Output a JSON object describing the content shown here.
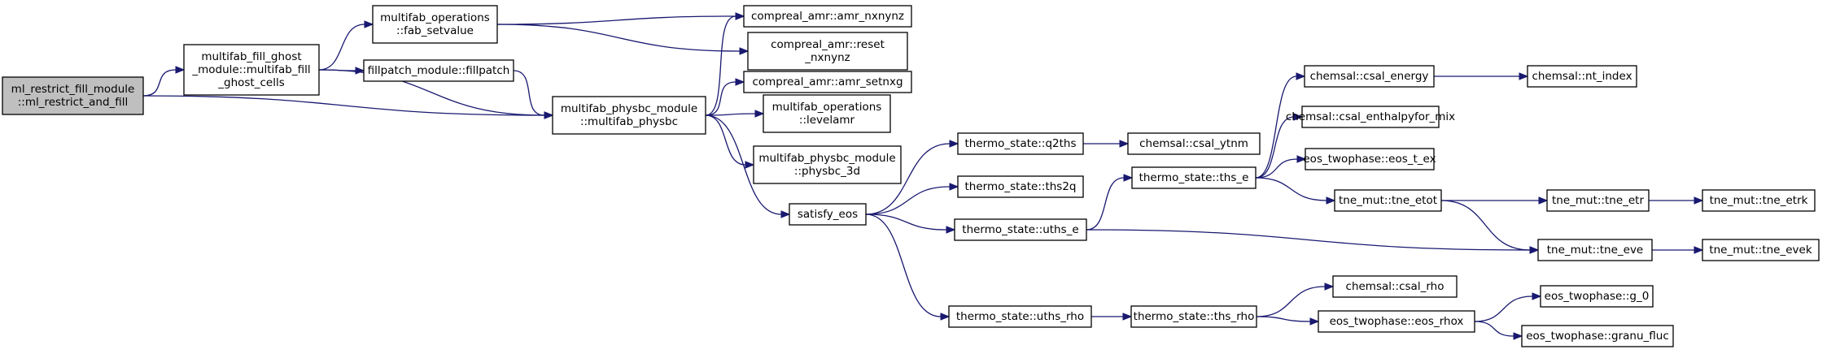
{
  "graph": {
    "nodes": [
      {
        "id": "n0",
        "lines": [
          "ml_restrict_fill_module",
          "::ml_restrict_and_fill"
        ],
        "root": true
      },
      {
        "id": "n1",
        "lines": [
          "multifab_fill_ghost",
          "_module::multifab_fill",
          "_ghost_cells"
        ]
      },
      {
        "id": "n2",
        "lines": [
          "multifab_operations",
          "::fab_setvalue"
        ]
      },
      {
        "id": "n3",
        "lines": [
          "fillpatch_module::fillpatch"
        ]
      },
      {
        "id": "n4",
        "lines": [
          "multifab_physbc_module",
          "::multifab_physbc"
        ]
      },
      {
        "id": "n5",
        "lines": [
          "compreal_amr::amr_nxnynz"
        ]
      },
      {
        "id": "n6",
        "lines": [
          "compreal_amr::reset",
          "_nxnynz"
        ]
      },
      {
        "id": "n7",
        "lines": [
          "compreal_amr::amr_setnxg"
        ]
      },
      {
        "id": "n8",
        "lines": [
          "multifab_operations",
          "::levelamr"
        ]
      },
      {
        "id": "n9",
        "lines": [
          "multifab_physbc_module",
          "::physbc_3d"
        ]
      },
      {
        "id": "n10",
        "lines": [
          "satisfy_eos"
        ]
      },
      {
        "id": "n11",
        "lines": [
          "thermo_state::q2ths"
        ]
      },
      {
        "id": "n12",
        "lines": [
          "thermo_state::ths2q"
        ]
      },
      {
        "id": "n13",
        "lines": [
          "thermo_state::uths_e"
        ]
      },
      {
        "id": "n14",
        "lines": [
          "thermo_state::uths_rho"
        ]
      },
      {
        "id": "n15",
        "lines": [
          "chemsal::csal_ytnm"
        ]
      },
      {
        "id": "n16",
        "lines": [
          "thermo_state::ths_e"
        ]
      },
      {
        "id": "n17",
        "lines": [
          "thermo_state::ths_rho"
        ]
      },
      {
        "id": "n18",
        "lines": [
          "chemsal::csal_energy"
        ]
      },
      {
        "id": "n19",
        "lines": [
          "chemsal::csal_enthalpyfor_mix"
        ]
      },
      {
        "id": "n20",
        "lines": [
          "eos_twophase::eos_t_ex"
        ]
      },
      {
        "id": "n21",
        "lines": [
          "tne_mut::tne_etot"
        ]
      },
      {
        "id": "n22",
        "lines": [
          "chemsal::csal_rho"
        ]
      },
      {
        "id": "n23",
        "lines": [
          "eos_twophase::eos_rhox"
        ]
      },
      {
        "id": "n24",
        "lines": [
          "chemsal::nt_index"
        ]
      },
      {
        "id": "n25",
        "lines": [
          "tne_mut::tne_etr"
        ]
      },
      {
        "id": "n26",
        "lines": [
          "tne_mut::tne_eve"
        ]
      },
      {
        "id": "n27",
        "lines": [
          "tne_mut::tne_etrk"
        ]
      },
      {
        "id": "n28",
        "lines": [
          "tne_mut::tne_evek"
        ]
      },
      {
        "id": "n29",
        "lines": [
          "eos_twophase::g_0"
        ]
      },
      {
        "id": "n30",
        "lines": [
          "eos_twophase::granu_fluc"
        ]
      }
    ],
    "edges": [
      [
        "n0",
        "n1"
      ],
      [
        "n0",
        "n4"
      ],
      [
        "n1",
        "n2"
      ],
      [
        "n1",
        "n3"
      ],
      [
        "n1",
        "n4"
      ],
      [
        "n2",
        "n5"
      ],
      [
        "n2",
        "n6"
      ],
      [
        "n3",
        "n4"
      ],
      [
        "n4",
        "n5"
      ],
      [
        "n4",
        "n7"
      ],
      [
        "n4",
        "n8"
      ],
      [
        "n4",
        "n9"
      ],
      [
        "n4",
        "n10"
      ],
      [
        "n10",
        "n11"
      ],
      [
        "n10",
        "n12"
      ],
      [
        "n10",
        "n13"
      ],
      [
        "n10",
        "n14"
      ],
      [
        "n11",
        "n15"
      ],
      [
        "n13",
        "n16"
      ],
      [
        "n13",
        "n26"
      ],
      [
        "n14",
        "n17"
      ],
      [
        "n16",
        "n18"
      ],
      [
        "n16",
        "n19"
      ],
      [
        "n16",
        "n20"
      ],
      [
        "n16",
        "n21"
      ],
      [
        "n17",
        "n22"
      ],
      [
        "n17",
        "n23"
      ],
      [
        "n18",
        "n24"
      ],
      [
        "n21",
        "n25"
      ],
      [
        "n21",
        "n26"
      ],
      [
        "n25",
        "n27"
      ],
      [
        "n26",
        "n28"
      ],
      [
        "n23",
        "n29"
      ],
      [
        "n23",
        "n30"
      ]
    ]
  }
}
